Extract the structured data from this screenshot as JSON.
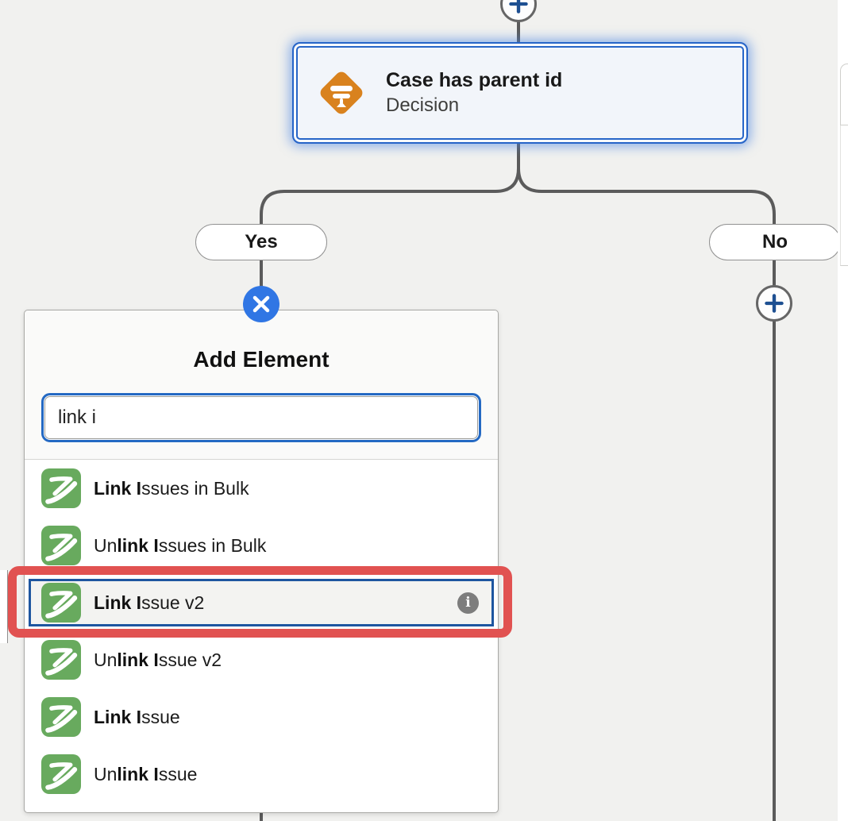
{
  "flow": {
    "decision_node": {
      "title": "Case has parent id",
      "subtitle": "Decision"
    },
    "branches": {
      "yes_label": "Yes",
      "no_label": "No"
    }
  },
  "popup": {
    "title": "Add Element",
    "search": {
      "value": "link i"
    },
    "items": [
      {
        "pre": "",
        "bold": "Link I",
        "post": "ssues in Bulk"
      },
      {
        "pre": "Un",
        "bold": "link I",
        "post": "ssues in Bulk"
      },
      {
        "pre": "",
        "bold": "Link I",
        "post": "ssue v2"
      },
      {
        "pre": "Un",
        "bold": "link I",
        "post": "ssue v2"
      },
      {
        "pre": "",
        "bold": "Link I",
        "post": "ssue"
      },
      {
        "pre": "Un",
        "bold": "link I",
        "post": "ssue"
      }
    ],
    "info_glyph": "i"
  },
  "icons": {
    "decision-icon": "orange-diamond-signpost",
    "z-app-icon": "green-swoosh-z",
    "close-icon": "white-x-on-blue",
    "add-icon": "blue-plus-in-circle",
    "info-icon": "white-i-on-gray"
  },
  "colors": {
    "canvas_bg": "#f1f1ef",
    "connector": "#5b5b5b",
    "node_border_blue": "#2765c8",
    "node_bg": "#f2f5fa",
    "decision_orange": "#d9821e",
    "focus_blue": "#2469c3",
    "selected_row_blue": "#1e56a0",
    "close_circle_blue": "#3076e4",
    "plus_glyph_blue": "#1d4f91",
    "annotation_red": "#e15251",
    "app_icon_green": "#68aa5e",
    "info_gray": "#7d7d7d"
  }
}
